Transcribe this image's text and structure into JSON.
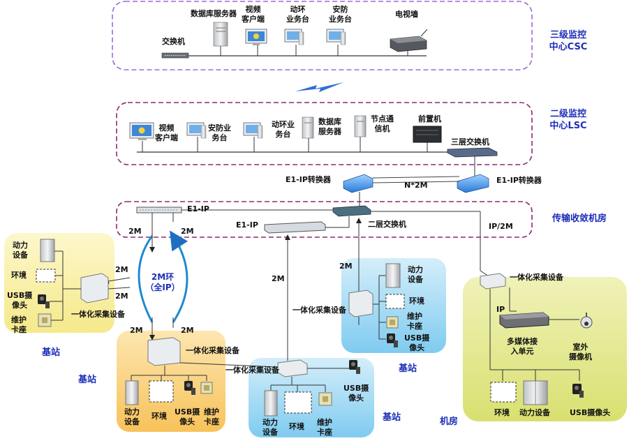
{
  "zones": {
    "csc": "三级监控\n中心CSC",
    "lsc": "二级监控\n中心LSC",
    "trans": "传输收敛机房"
  },
  "csc": {
    "switch": "交换机",
    "db_server": "数据库服务器",
    "video_client": "视频\n客户端",
    "env_desk": "动环\n业务台",
    "sec_desk": "安防\n业务台",
    "tv_wall": "电视墙"
  },
  "lsc": {
    "video_client": "视频\n客户端",
    "sec_desk": "安防业\n务台",
    "env_desk": "动环业\n务台",
    "db_server": "数据库\n服务器",
    "node_server": "节点通\n信机",
    "front_end": "前置机",
    "l3_switch": "三层交换机"
  },
  "links": {
    "e1ip_left": "E1-IP转换器",
    "e1ip_right": "E1-IP转换器",
    "n2m": "N*2M",
    "e1_ip_a": "E1-IP",
    "e1_ip_b": "E1-IP",
    "l2_switch": "二层交换机",
    "ip2m": "IP/2M",
    "m2_a": "2M",
    "m2_b": "2M",
    "m2_c": "2M",
    "m2_d": "2M",
    "m2_e": "2M",
    "m2_f": "2M",
    "m2_g": "2M",
    "m2_h": "2M",
    "ring": "2M环\n（全IP）"
  },
  "site_left": {
    "power": "动力\n设备",
    "env": "环境",
    "usb_cam": "USB摄\n像头",
    "card": "维护\n卡座",
    "collector": "一体化采集设备",
    "name": "基站"
  },
  "site_bottom_left": {
    "collector": "一体化采集设备",
    "power": "动力\n设备",
    "env": "环境",
    "usb_cam": "USB摄\n像头",
    "card": "维护\n卡座",
    "name": "基站"
  },
  "site_bottom_mid": {
    "collector": "一体化采集设备",
    "usb_cam": "USB摄\n像头",
    "power": "动力\n设备",
    "env": "环境",
    "card": "维护\n卡座",
    "name": "基站"
  },
  "site_mid_right": {
    "collector": "一体化采集设备",
    "power": "动力\n设备",
    "env": "环境",
    "card": "维护\n卡座",
    "usb_cam": "USB摄\n像头",
    "name": "基站"
  },
  "site_right": {
    "collector": "一体化采集设备",
    "ip": "IP",
    "mm_unit": "多媒体接\n入单元",
    "outdoor_cam": "室外\n摄像机",
    "env": "环境",
    "power": "动力设备",
    "usb_cam": "USB摄像头",
    "name": "机房"
  },
  "colors": {
    "zone_border": "#8a2a8a",
    "zone_border_top": "#9a6ad8",
    "label_blue": "#1d2fb8",
    "ring_blue": "#1f8ad0",
    "site_yellow": "#f7f2b8",
    "site_orange": "#fbd48a",
    "site_blue": "#a8dcf5",
    "site_green": "#e2e888"
  }
}
